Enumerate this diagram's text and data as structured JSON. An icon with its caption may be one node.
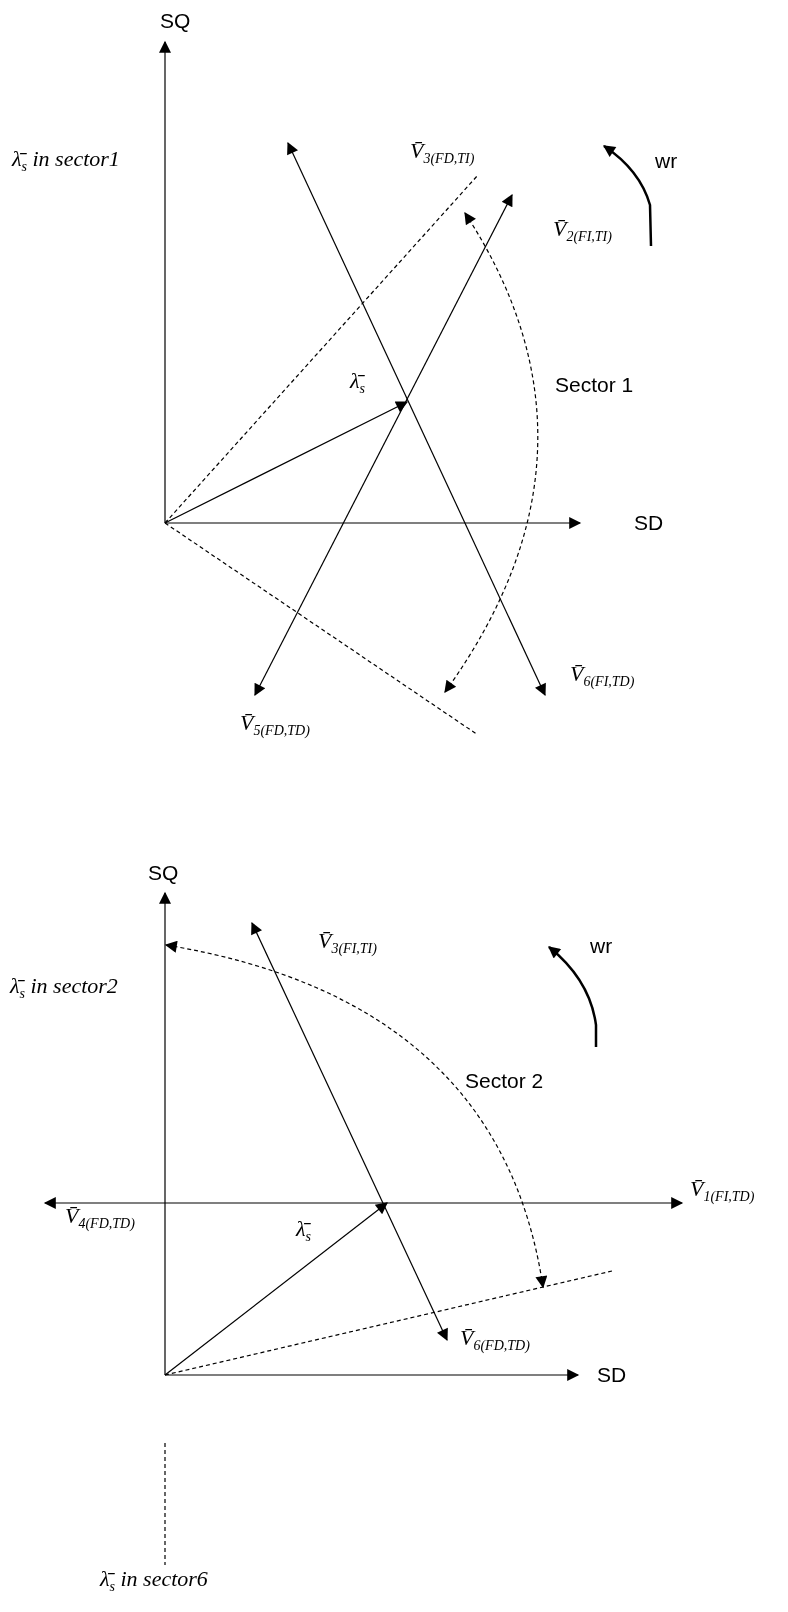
{
  "diagram": {
    "labels": [
      "SQ",
      "λ̄$_{s}$ in sector1",
      "V̄$_{3(FD,TI)}$",
      "wr",
      "V̄$_{2(FI,TI)}$",
      "λ̄$_{s}$",
      "Sector 1",
      "SD",
      "V̄$_{6(FI,TD)}$",
      "V̄$_{5(FD,TD)}$",
      "SQ",
      "V̄$_{3(FI,TI)}$",
      "wr",
      "λ̄$_{s}$ in sector2",
      "Sector 2",
      "V̄$_{1(FI,TD)}$",
      "V̄$_{4(FD,TD)}$",
      "λ̄$_{s}$",
      "V̄$_{6(FD,TD)}$",
      "SD",
      "λ̄$_{s}$ in sector6"
    ]
  }
}
